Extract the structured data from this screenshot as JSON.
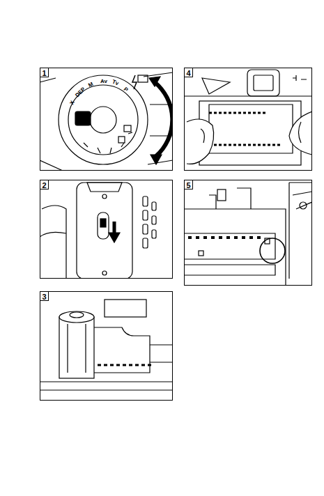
{
  "diagram": {
    "nodes": [
      {
        "text": [
          "1"
        ]
      },
      {
        "text": [
          "2"
        ]
      },
      {
        "text": [
          "3"
        ]
      },
      {
        "text": [
          "4"
        ]
      },
      {
        "text": [
          "5"
        ]
      }
    ],
    "labels": [
      "X",
      "DEP",
      "M",
      "Av",
      "Tv",
      "P"
    ]
  }
}
